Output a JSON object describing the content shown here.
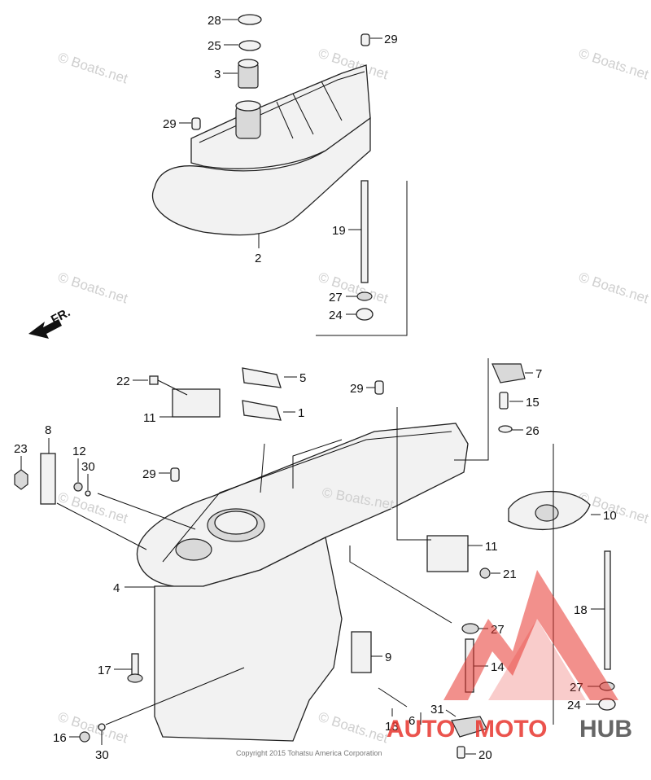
{
  "watermark_text": "© Boats.net",
  "center_watermark": "© Boats.net",
  "direction_label": "FR.",
  "copyright": "Copyright 2015 Tohatsu America Corporation",
  "logo": {
    "auto": "AUTO",
    "moto": "MOTO",
    "hub": "HUB",
    "accent_color": "#e8352e",
    "dark_color": "#555555"
  },
  "callouts": {
    "c28": "28",
    "c25": "25",
    "c3": "3",
    "c29a": "29",
    "c29b": "29",
    "c2": "2",
    "c19": "19",
    "c27a": "27",
    "c24a": "24",
    "c22": "22",
    "c5": "5",
    "c1": "1",
    "c11a": "11",
    "c29c": "29",
    "c7": "7",
    "c15": "15",
    "c26": "26",
    "c8": "8",
    "c23": "23",
    "c12": "12",
    "c30a": "30",
    "c29d": "29",
    "c10": "10",
    "c11b": "11",
    "c21": "21",
    "c4": "4",
    "c18": "18",
    "c27b": "27",
    "c9": "9",
    "c17": "17",
    "c14": "14",
    "c27c": "27",
    "c24b": "24",
    "c31": "31",
    "c6": "6",
    "c13": "13",
    "c16": "16",
    "c30b": "30",
    "c20": "20"
  }
}
